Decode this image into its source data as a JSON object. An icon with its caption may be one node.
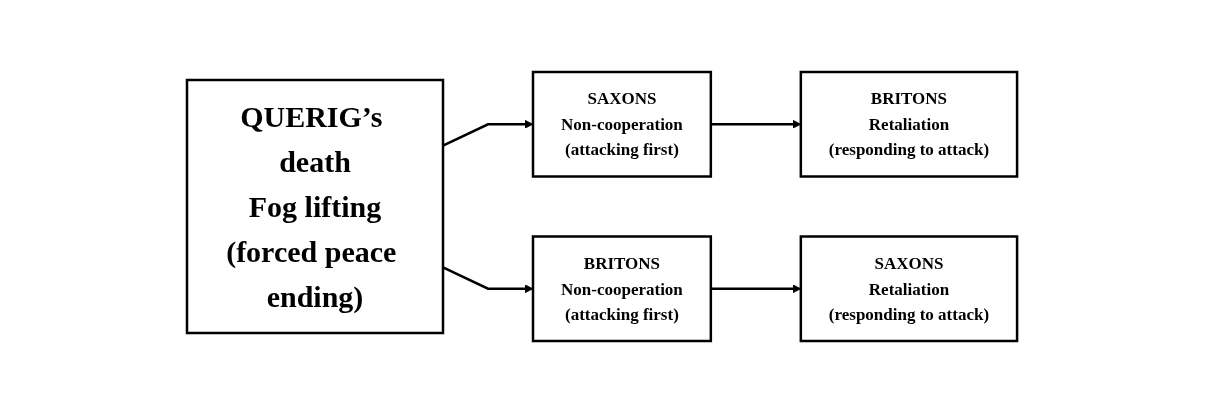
{
  "diagram": {
    "nodes": [
      {
        "text": [
          "QUERIG’s death",
          "Fog lifting",
          "(forced peace ending)"
        ]
      },
      {
        "text": [
          "SAXONS",
          "Non-cooperation",
          "(attacking first)"
        ]
      },
      {
        "text": [
          "BRITONS",
          "Retaliation",
          "(responding to attack)"
        ]
      },
      {
        "text": [
          "BRITONS",
          "Non-cooperation",
          "(attacking first)"
        ]
      },
      {
        "text": [
          "SAXONS",
          "Retaliation",
          "(responding to attack)"
        ]
      }
    ],
    "edges": [
      {
        "from": 0,
        "to": 1,
        "arrow": "to"
      },
      {
        "from": 1,
        "to": 2,
        "arrow": "to"
      },
      {
        "from": 0,
        "to": 3,
        "arrow": "to"
      },
      {
        "from": 3,
        "to": 4,
        "arrow": "to"
      }
    ]
  }
}
